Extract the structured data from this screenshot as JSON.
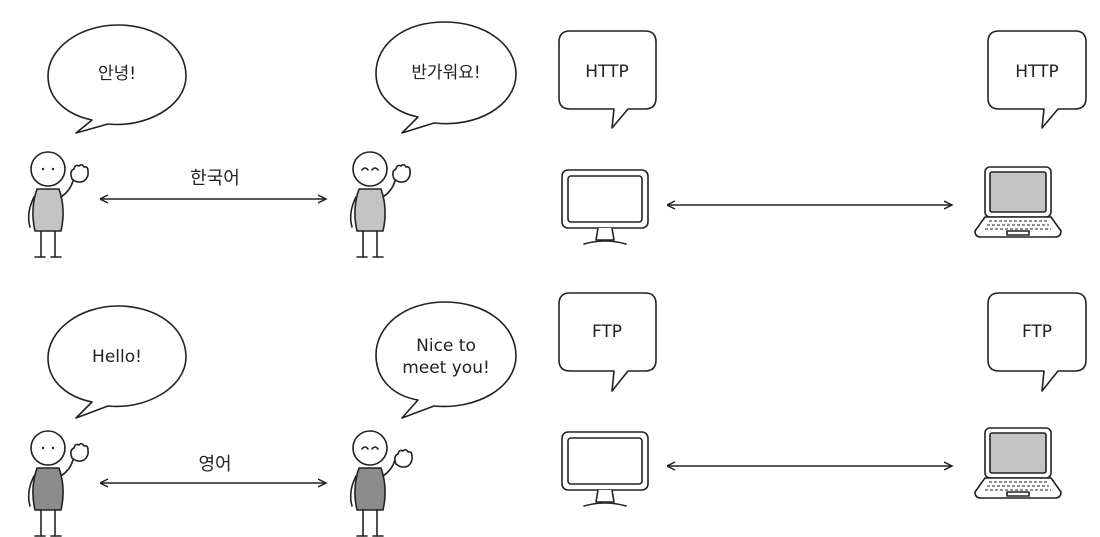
{
  "people": {
    "korean": {
      "left_bubble": [
        "안녕!"
      ],
      "right_bubble": [
        "반가워요!"
      ],
      "language_label": "한국어"
    },
    "english": {
      "left_bubble": [
        "Hello!"
      ],
      "right_bubble": [
        "Nice to",
        "meet you!"
      ],
      "language_label": "영어"
    }
  },
  "computers": {
    "http": {
      "left_bubble": "HTTP",
      "right_bubble": "HTTP"
    },
    "ftp": {
      "left_bubble": "FTP",
      "right_bubble": "FTP"
    }
  },
  "colors": {
    "line": "#222222",
    "shirt_light": "#c4c4c4",
    "shirt_dark": "#8c8c8c"
  }
}
